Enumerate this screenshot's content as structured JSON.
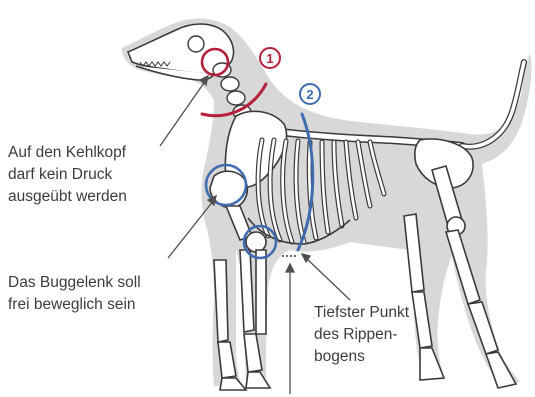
{
  "markers": {
    "marker1": {
      "number": "1",
      "color": "#b5203a"
    },
    "marker2": {
      "number": "2",
      "color": "#3f6cb0"
    }
  },
  "labels": {
    "kehlkopf": [
      "Auf den Kehlkopf",
      "darf kein Druck",
      "ausgeübt werden"
    ],
    "buggelenk": [
      "Das Buggelenk soll",
      "frei beweglich sein"
    ],
    "rippenbogen": [
      "Tiefster Punkt",
      "des Rippen-",
      "bogens"
    ]
  },
  "colors": {
    "silhouette": "#d8d8d8",
    "bone_fill": "#ffffff",
    "bone_stroke": "#3a3a3a",
    "pointer": "#505050",
    "text": "#3c3c3c"
  }
}
